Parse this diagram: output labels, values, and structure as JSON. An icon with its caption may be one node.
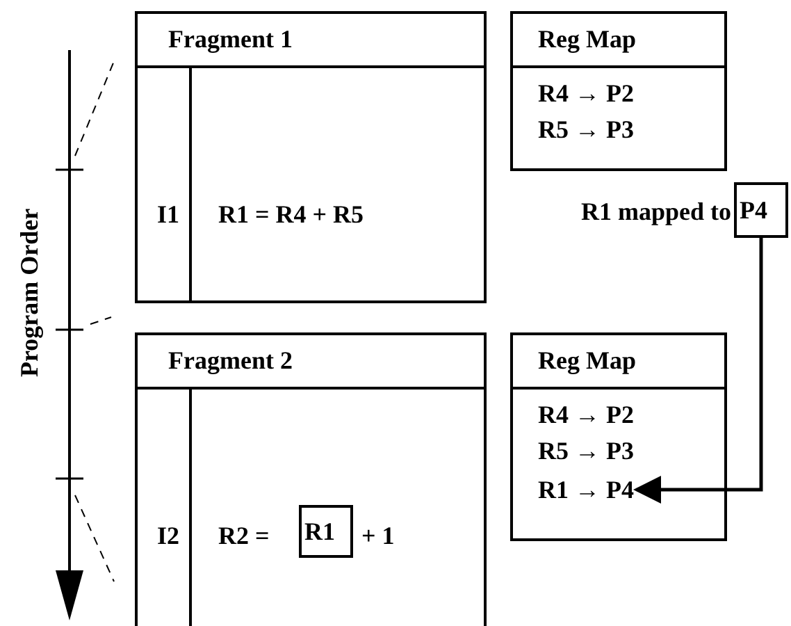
{
  "diagram": {
    "nodes": [
      {
        "text": [
          "Fragment 1",
          "I1",
          "R1 = R4 + R5"
        ]
      },
      {
        "text": [
          "Reg Map",
          "R4 → P2",
          "R5 → P3"
        ]
      },
      {
        "text": [
          "P4"
        ],
        "beside": [
          "R1 mapped to"
        ]
      },
      {
        "text": [
          "Fragment 2",
          "I2",
          "R2 =",
          "+ 1"
        ]
      },
      {
        "text": [
          "R1"
        ],
        "in": 3
      },
      {
        "text": [
          "Reg Map",
          "R4 → P2",
          "R5 → P3"
        ]
      },
      {
        "text": [
          "R1 → P4"
        ],
        "in": 5
      }
    ],
    "edges": [
      {
        "from": 2,
        "to": 6,
        "arrow": "to"
      }
    ],
    "labels": [
      "Program Order"
    ]
  }
}
